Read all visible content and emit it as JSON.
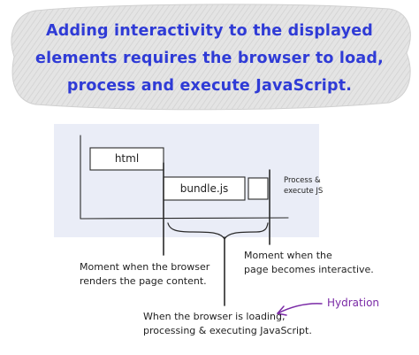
{
  "headline": {
    "line1": "Adding interactivity to the displayed",
    "line2": "elements requires the browser to load,",
    "line3": "process and execute JavaScript."
  },
  "diagram": {
    "html_box_label": "html",
    "bundle_box_label": "bundle.js",
    "process_label_line1": "Process &",
    "process_label_line2": "execute JS"
  },
  "annotations": {
    "render_line1": "Moment when the browser",
    "render_line2": "renders the page content.",
    "interactive_line1": "Moment when the",
    "interactive_line2": "page becomes interactive.",
    "loading_line1": "When the browser is loading,",
    "loading_line2": "processing & executing JavaScript.",
    "hydration": "Hydration"
  },
  "colors": {
    "headline_text": "#2f3bd6",
    "headline_bg": "#e2e2e2",
    "diagram_bg": "#e9ecf7",
    "hydration": "#7a2aa6"
  }
}
